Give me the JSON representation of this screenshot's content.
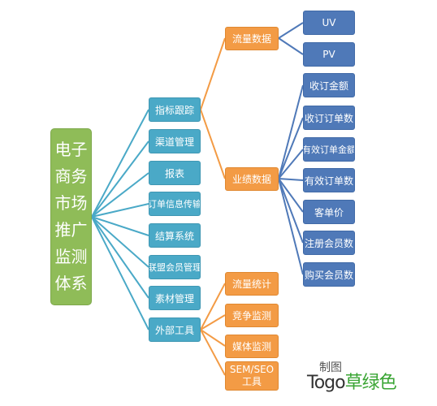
{
  "root": {
    "label": "电子商务市场推广监测体系"
  },
  "level1": [
    "指标跟踪",
    "渠道管理",
    "报表",
    "订单信息传输",
    "结算系统",
    "联盟会员管理",
    "素材管理",
    "外部工具"
  ],
  "metrics": {
    "traffic": {
      "label": "流量数据",
      "children": [
        "UV",
        "PV"
      ]
    },
    "performance": {
      "label": "业绩数据",
      "children": [
        "收订金额",
        "收订订单数",
        "有效订单金额",
        "有效订单数",
        "客单价",
        "注册会员数",
        "购买会员数"
      ]
    }
  },
  "external_tools": [
    "流量统计",
    "竞争监测",
    "媒体监测",
    "SEM/SEO工具"
  ],
  "watermark": {
    "label": "制图",
    "brand_prefix": "Togo",
    "brand_green": "草绿色"
  },
  "colors": {
    "root": "#8fbc58",
    "level1": "#4aa9c7",
    "level2": "#f39b45",
    "level3": "#4f79b8",
    "line_blue": "#4aa9c7",
    "line_orange": "#f39b45",
    "line_navy": "#4f79b8"
  }
}
